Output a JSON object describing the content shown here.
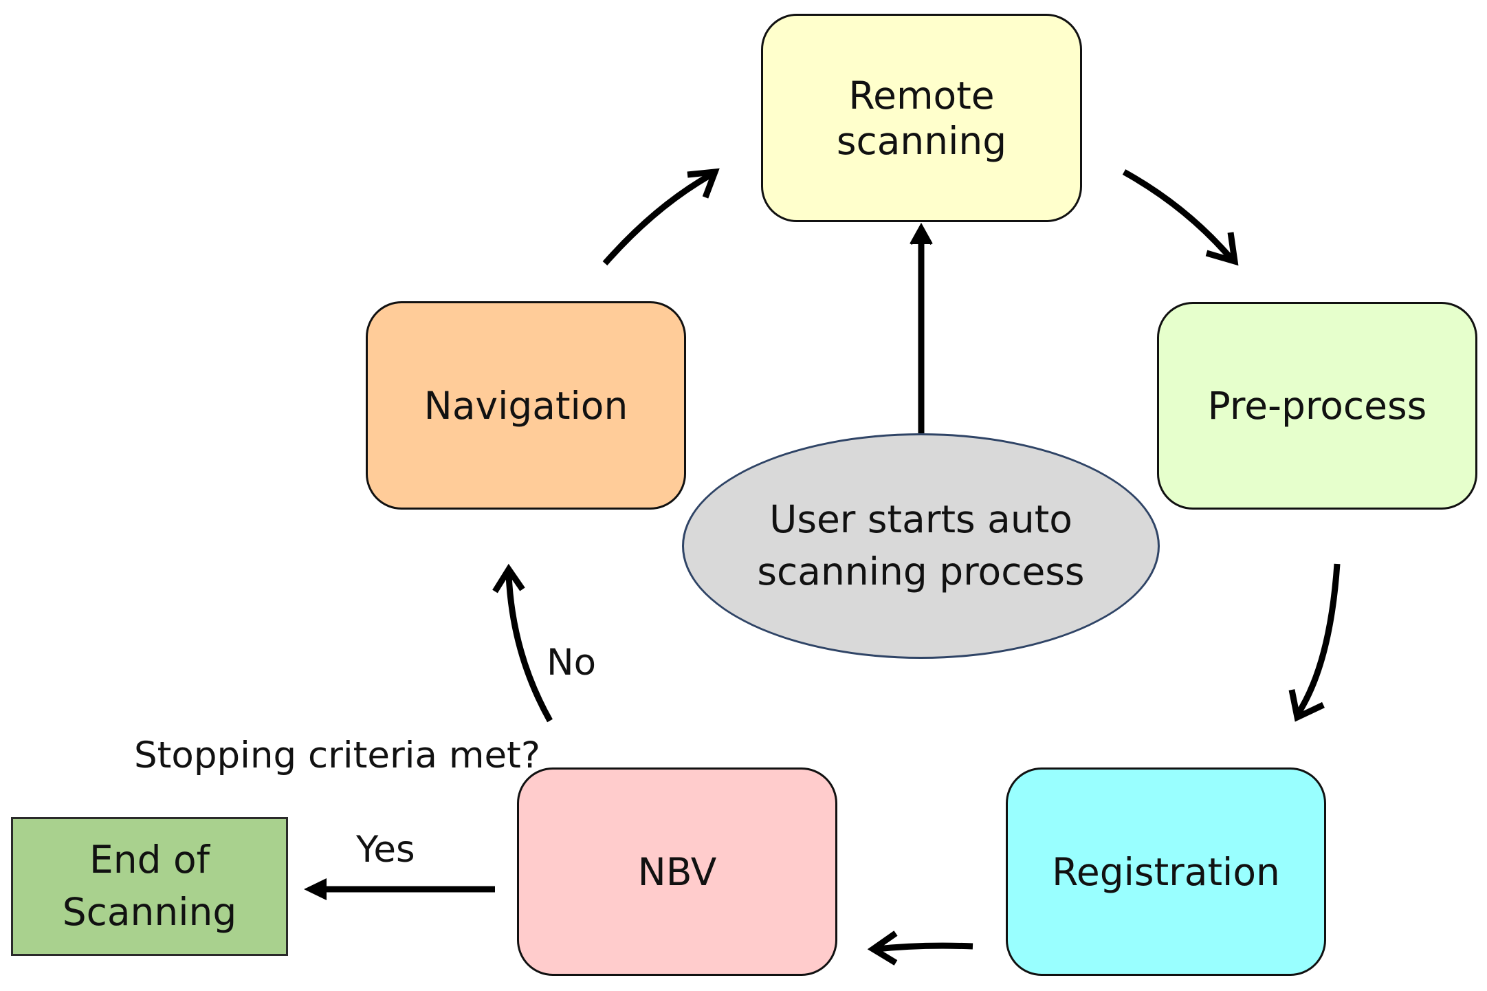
{
  "nodes": {
    "remote_scanning": {
      "label": "Remote\nscanning",
      "color": "#ffffcc"
    },
    "pre_process": {
      "label": "Pre-process",
      "color": "#e6ffcc"
    },
    "registration": {
      "label": "Registration",
      "color": "#99ffff"
    },
    "nbv": {
      "label": "NBV",
      "color": "#ffcccc"
    },
    "navigation": {
      "label": "Navigation",
      "color": "#ffcc99"
    },
    "start": {
      "label": "User starts auto\nscanning process",
      "color": "#d9d9d9"
    },
    "end": {
      "label": "End  of\nScanning",
      "color": "#a9d18e"
    }
  },
  "labels": {
    "decision": "Stopping criteria met?",
    "no": "No",
    "yes": "Yes"
  }
}
